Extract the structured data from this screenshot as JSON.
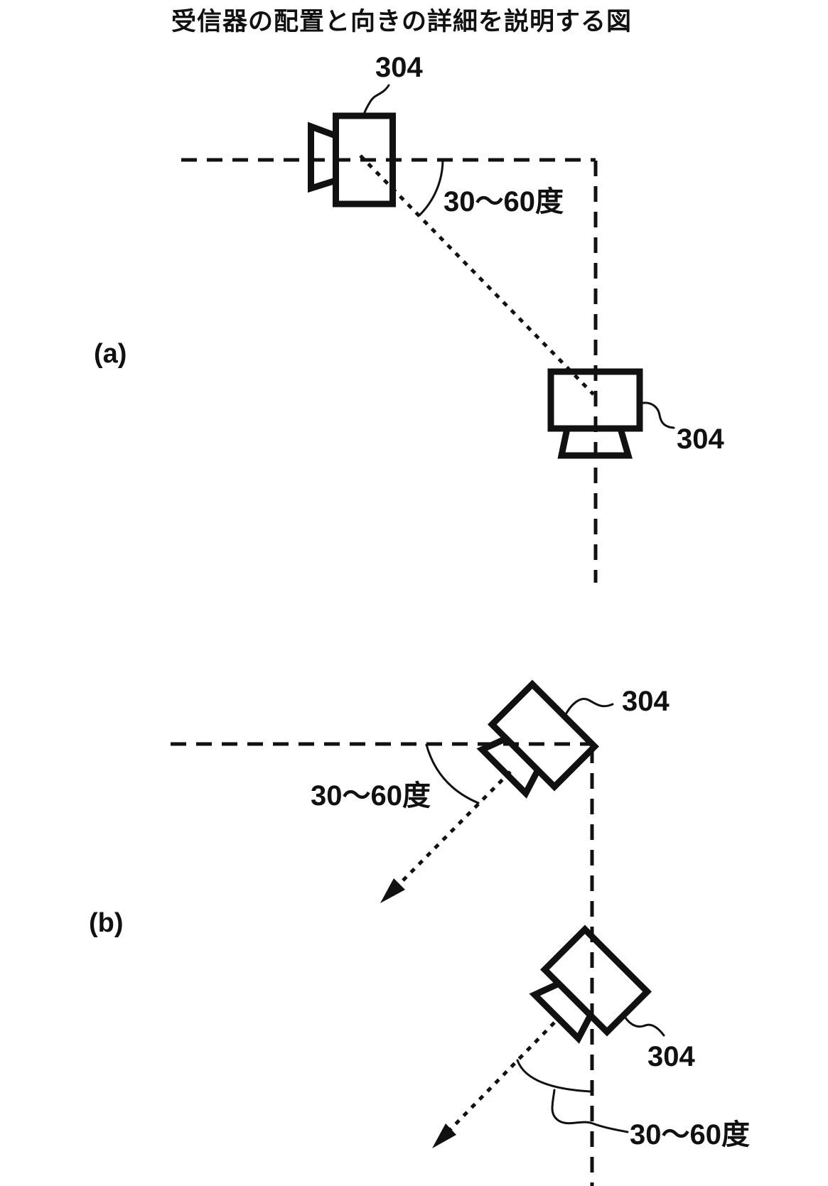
{
  "title": "受信器の配置と向きの詳細を説明する図",
  "figure_a": {
    "label": "(a)",
    "receiver_top_label": "304",
    "receiver_bottom_label": "304",
    "angle_label": "30～60度"
  },
  "figure_b": {
    "label": "(b)",
    "receiver_upper_label": "304",
    "receiver_lower_label": "304",
    "angle_upper_label": "30～60度",
    "angle_lower_label": "30～60度"
  },
  "colors": {
    "ink": "#111111",
    "background": "#ffffff"
  }
}
